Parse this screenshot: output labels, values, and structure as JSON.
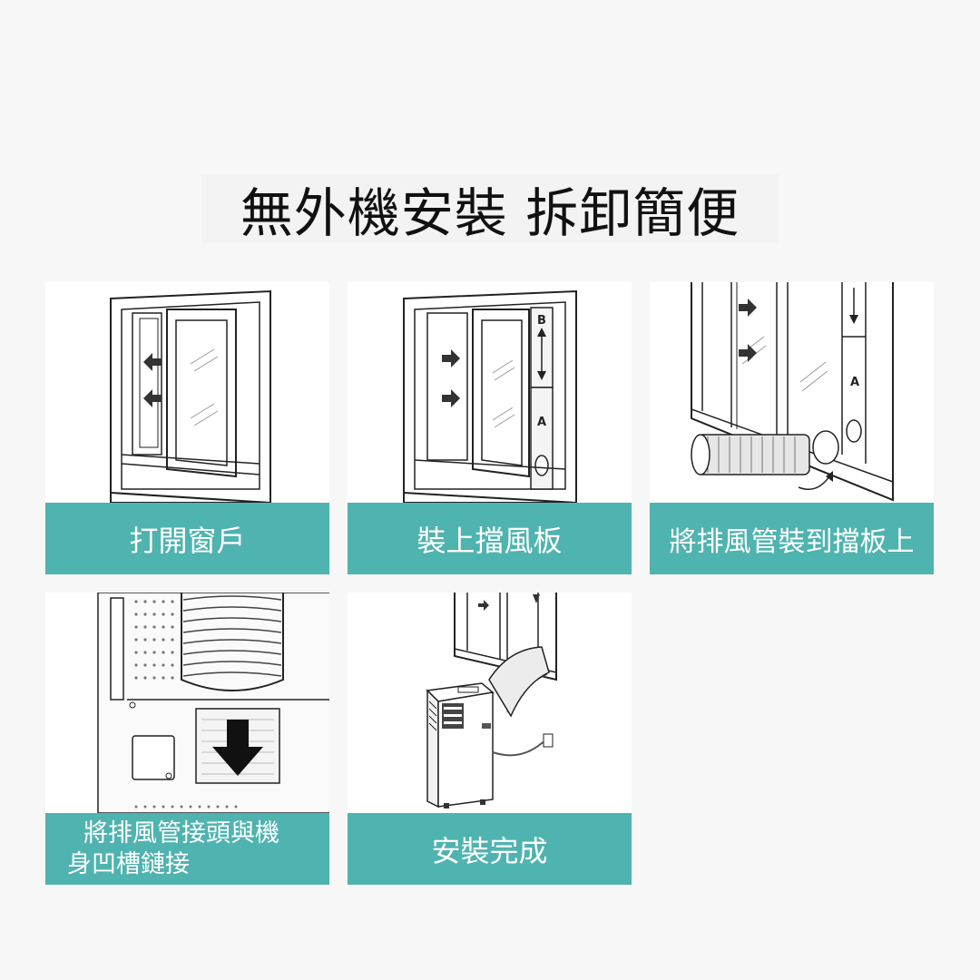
{
  "headline": "無外機安裝 拆卸簡便",
  "steps": [
    {
      "caption": "打開窗戶"
    },
    {
      "caption": "裝上擋風板",
      "labels": [
        "B",
        "A"
      ]
    },
    {
      "caption": "將排風管裝到擋板上",
      "labels": [
        "A"
      ]
    },
    {
      "caption_line1": "將排風管接頭與機",
      "caption_line2": "身凹槽鏈接"
    },
    {
      "caption": "安裝完成"
    }
  ],
  "colors": {
    "caption_bg": "#4fb3af",
    "card_bg": "#dcdcdc",
    "page_bg": "#f7f7f7"
  }
}
